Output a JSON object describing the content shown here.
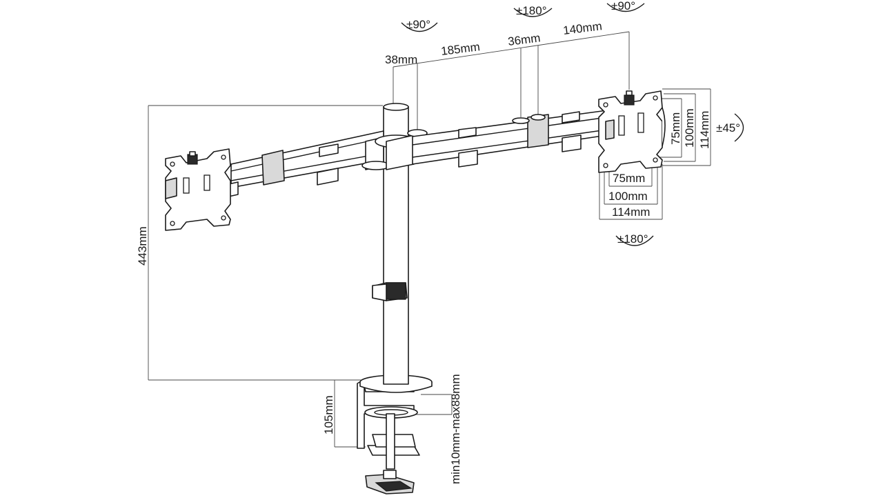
{
  "dimensions": {
    "d38": "38mm",
    "d185": "185mm",
    "d36": "36mm",
    "d140": "140mm",
    "height": "443mm",
    "clamp_height": "105mm",
    "desk_thickness": "min10mm-max88mm",
    "vesa_v75": "75mm",
    "vesa_v100": "100mm",
    "vesa_v114": "114mm",
    "vesa_h75": "75mm",
    "vesa_h100": "100mm",
    "vesa_h114": "114mm"
  },
  "rotations": {
    "swivel_joint": "±90°",
    "swivel_elbow": "±180°",
    "swivel_head": "±90°",
    "tilt": "±45°",
    "rotate": "±180°"
  }
}
